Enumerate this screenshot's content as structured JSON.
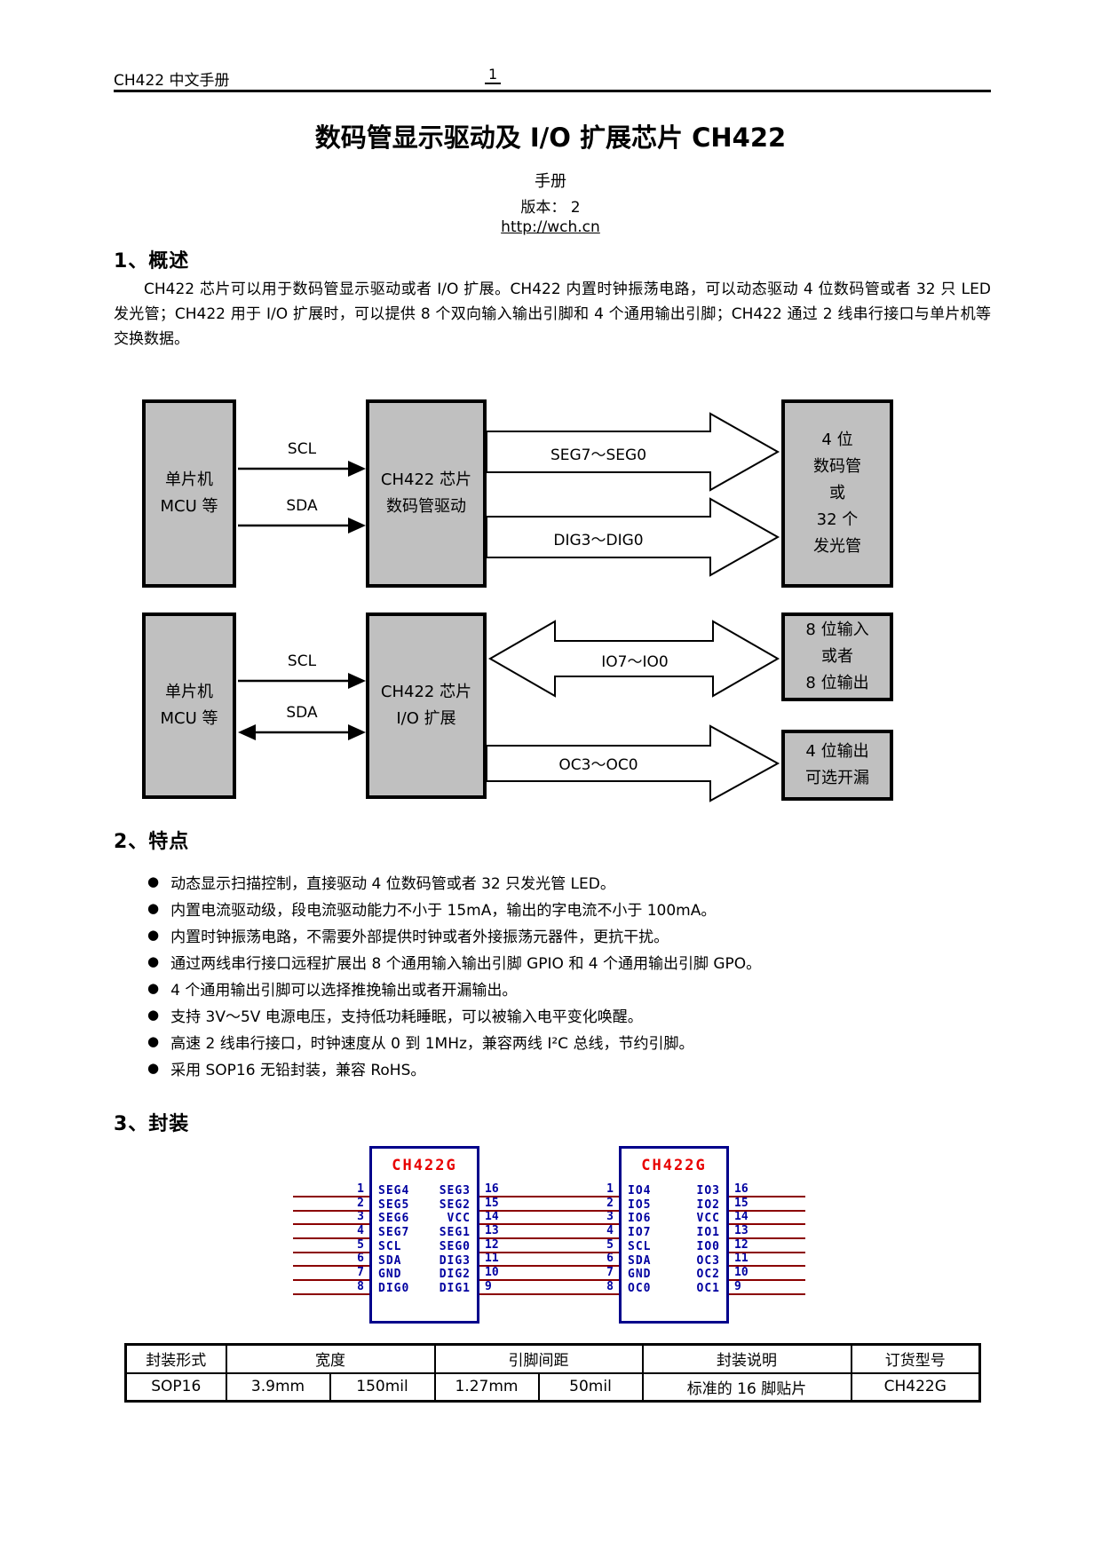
{
  "header": {
    "doc_title": "CH422 中文手册",
    "page_number": "1"
  },
  "title_block": {
    "title": "数码管显示驱动及 I/O 扩展芯片 CH422",
    "subtitle": "手册",
    "version_line": "版本：  2",
    "link": "http://wch.cn"
  },
  "overview": {
    "heading": "1、概述",
    "paragraph": "CH422 芯片可以用于数码管显示驱动或者 I/O 扩展。CH422 内置时钟振荡电路，可以动态驱动 4 位数码管或者 32 只 LED 发光管；CH422 用于 I/O 扩展时，可以提供 8 个双向输入输出引脚和 4 个通用输出引脚；CH422 通过 2 线串行接口与单片机等交换数据。"
  },
  "diagram1": {
    "mcu_box": "单片机\nMCU 等",
    "scl_label": "SCL",
    "sda_label": "SDA",
    "chip_box": "CH422 芯片\n数码管驱动",
    "seg_label": "SEG7～SEG0",
    "dig_label": "DIG3～DIG0",
    "right_box": "4 位\n数码管\n或\n32 个\n发光管"
  },
  "diagram2": {
    "mcu_box": "单片机\nMCU 等",
    "scl_label": "SCL",
    "sda_label": "SDA",
    "chip_box": "CH422 芯片\nI/O 扩展",
    "io_label": "IO7～IO0",
    "io_box": "8 位输入\n或者\n8 位输出",
    "oc_label": "OC3～OC0",
    "oc_box": "4 位输出\n可选开漏"
  },
  "features": {
    "heading": "2、特点",
    "bullet": "●",
    "items": [
      "动态显示扫描控制，直接驱动 4 位数码管或者 32 只发光管 LED。",
      "内置电流驱动级，段电流驱动能力不小于 15mA，输出的字电流不小于 100mA。",
      "内置时钟振荡电路，不需要外部提供时钟或者外接振荡元器件，更抗干扰。",
      "通过两线串行接口远程扩展出 8 个通用输入输出引脚 GPIO 和 4 个通用输出引脚 GPO。",
      "4 个通用输出引脚可以选择推挽输出或者开漏输出。",
      "支持 3V～5V 电源电压，支持低功耗睡眠，可以被输入电平变化唤醒。",
      "高速 2 线串行接口，时钟速度从 0 到 1MHz，兼容两线 I²C 总线，节约引脚。",
      "采用 SOP16 无铅封装，兼容 RoHS。"
    ]
  },
  "package": {
    "heading": "3、封装",
    "colors": {
      "chip_border": "#00008B",
      "chip_title": "#E80000",
      "pin_text": "#0000A0",
      "lead_line": "#8B0000",
      "box_fill": "#C0C0C0"
    },
    "chips": [
      {
        "title": "CH422G",
        "rows": [
          {
            "ln": "1",
            "ll": "SEG4",
            "rl": "SEG3",
            "rn": "16"
          },
          {
            "ln": "2",
            "ll": "SEG5",
            "rl": "SEG2",
            "rn": "15"
          },
          {
            "ln": "3",
            "ll": "SEG6",
            "rl": "VCC",
            "rn": "14"
          },
          {
            "ln": "4",
            "ll": "SEG7",
            "rl": "SEG1",
            "rn": "13"
          },
          {
            "ln": "5",
            "ll": "SCL",
            "rl": "SEG0",
            "rn": "12"
          },
          {
            "ln": "6",
            "ll": "SDA",
            "rl": "DIG3",
            "rn": "11"
          },
          {
            "ln": "7",
            "ll": "GND",
            "rl": "DIG2",
            "rn": "10"
          },
          {
            "ln": "8",
            "ll": "DIG0",
            "rl": "DIG1",
            "rn": "9"
          }
        ]
      },
      {
        "title": "CH422G",
        "rows": [
          {
            "ln": "1",
            "ll": "IO4",
            "rl": "IO3",
            "rn": "16"
          },
          {
            "ln": "2",
            "ll": "IO5",
            "rl": "IO2",
            "rn": "15"
          },
          {
            "ln": "3",
            "ll": "IO6",
            "rl": "VCC",
            "rn": "14"
          },
          {
            "ln": "4",
            "ll": "IO7",
            "rl": "IO1",
            "rn": "13"
          },
          {
            "ln": "5",
            "ll": "SCL",
            "rl": "IO0",
            "rn": "12"
          },
          {
            "ln": "6",
            "ll": "SDA",
            "rl": "OC3",
            "rn": "11"
          },
          {
            "ln": "7",
            "ll": "GND",
            "rl": "OC2",
            "rn": "10"
          },
          {
            "ln": "8",
            "ll": "OC0",
            "rl": "OC1",
            "rn": "9"
          }
        ]
      }
    ]
  },
  "table": {
    "headers": {
      "h1": "封装形式",
      "h2": "宽度",
      "h3": "引脚间距",
      "h4": "封装说明",
      "h5": "订货型号"
    },
    "row": {
      "c1": "SOP16",
      "c2": "3.9mm",
      "c3": "150mil",
      "c4": "1.27mm",
      "c5": "50mil",
      "c6": "标准的 16 脚贴片",
      "c7": "CH422G"
    }
  }
}
